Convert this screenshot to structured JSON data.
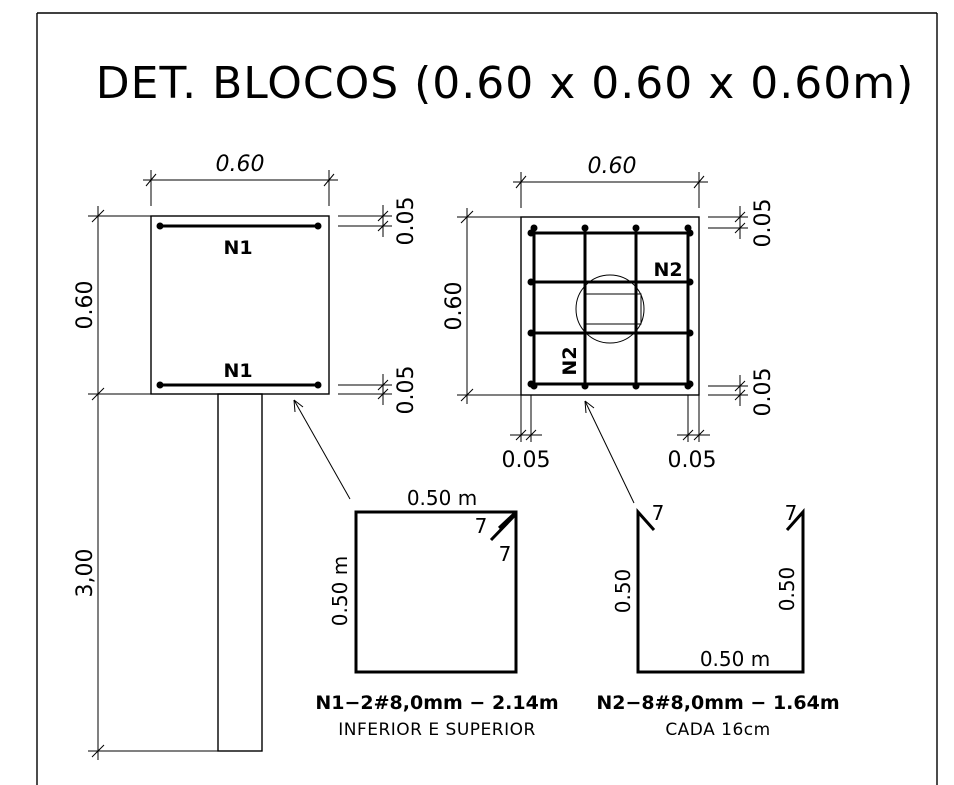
{
  "title": "DET. BLOCOS (0.60 x 0.60 x 0.60m)",
  "section": {
    "width_label": "0.60",
    "height_label": "0.60",
    "cover_top_label": "0.05",
    "cover_bottom_label": "0.05",
    "pile_length_label": "3,00",
    "bar_top_label": "N1",
    "bar_bottom_label": "N1"
  },
  "plan": {
    "width_label": "0.60",
    "height_label": "0.60",
    "cover_top_label": "0.05",
    "cover_bottom_label": "0.05",
    "cover_left_label": "0.05",
    "cover_right_label": "0.05",
    "bar_h_label": "N2",
    "bar_v_label": "N2"
  },
  "detail_n1": {
    "width_label": "0.50 m",
    "height_label": "0.50 m",
    "hook_label_1": "7",
    "hook_label_2": "7",
    "spec": "N1−2#8,0mm  −  2.14m",
    "note": "INFERIOR E SUPERIOR"
  },
  "detail_n2": {
    "hook_label_left": "7",
    "hook_label_right": "7",
    "left_height_label": "0.50",
    "right_height_label": "0.50",
    "width_label": "0.50  m",
    "spec": "N2−8#8,0mm  −  1.64m",
    "note": "CADA 16cm"
  }
}
